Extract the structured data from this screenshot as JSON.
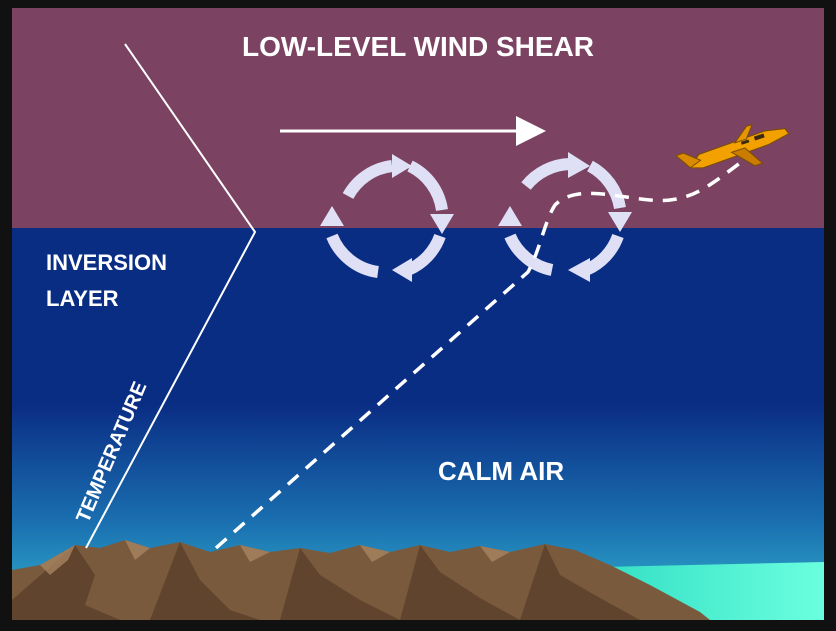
{
  "title": "LOW-LEVEL WIND SHEAR",
  "labels": {
    "inversion_line1": "INVERSION",
    "inversion_line2": "LAYER",
    "temperature": "TEMPERATURE",
    "calm_air": "CALM AIR"
  },
  "colors": {
    "upper_air": "#7b4361",
    "inversion_layer": "#0a2d84",
    "lower_gradient": "#2ea7c8",
    "ground": "#7a5a3c",
    "water": "#55ffd6",
    "eddies": "#dfe0f6",
    "aircraft": "#f2a100"
  },
  "icons": {
    "aircraft": "airplane-icon",
    "mountains": "mountain-range",
    "eddies": "circular-arrow-icon"
  }
}
